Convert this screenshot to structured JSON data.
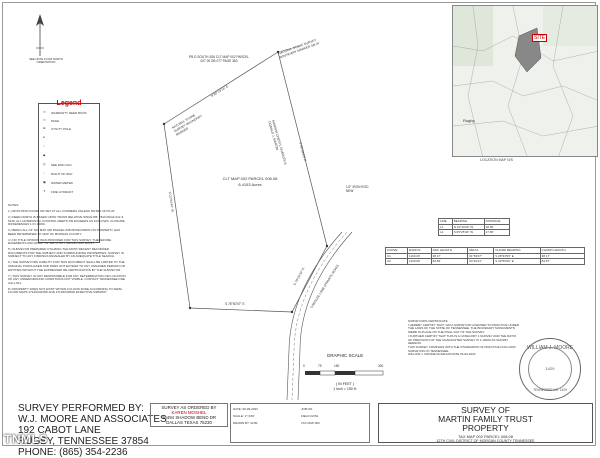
{
  "sheet": {
    "parcel_label": "CLT MAP 002 PARCEL 008.08",
    "parcel_area": "6.4153 Acres",
    "road_label": "CAROLEE LANE (PRIVATE ROAD)",
    "adjoiner_north": "PB D SOUTH 4S6 CLT MAP 002 PARCEL 007.00 DB 077 PAGE 383",
    "adjoiner_east": "MARSHA CHERYL CHARLES & DONALD J. MARTIN",
    "pin_top": "NATURAL STONE SURVEY BOUNDARY MARKER 3/8 IN",
    "pin_left": "NATURAL STONE SURVEY BOUNDARY MARKER",
    "pin_right": "1/2\" IRON ROD NEW",
    "bearing_top": "N 80°19'16\" E",
    "bearing_left": "S 01°04'44\" W",
    "bearing_bottom": "S 78°50'07\" E",
    "bearing_right": "S 26°39'23\" E",
    "bearing_diag": "S 79°02'34\" E"
  },
  "compass_note": "SEE NOTE # FOR NORTH ORIENTATION",
  "legend": {
    "title": "Legend",
    "items": [
      "WARRANTY DEED BOOK",
      "PAGE",
      "UTILITY POLE",
      "",
      "",
      "",
      "SEE ROD OLD",
      "RIGHT OF WAY",
      "WATER METER",
      "FIRE HYDRANT"
    ]
  },
  "notes": [
    "NOTES",
    "1.) IRON PINS FOUND OR SET AT ALL CORNERS UNLESS NOTED ON PLAT.",
    "2.) DEED NORTH IS BASED UPON TRANS RELATIVE SINCE DB. 2510 PAGE 012 & 5146. ALL HORIZONTAL CONTROL MEETS OR EXCEEDS AS FOLLOWS: CLOSURE DIFFERENCES 1 IN 10000.",
    "3.) BEING ALL OF TAX MAP 002 PARCEL 008.08 RECORDS ON PROPERTY HAS BEEN DETERMINED BY MAP OF MORGAN COUNTY.",
    "4.) NO TITLE OPINION WAS PROVIDED FOR THIS SURVEY; THEREFORE EASEMENTS AND RIGHT OF WAYS NOT SHOWN MAY EXIST.",
    "5.) SURVEYOR PREPARED UTILIZING THE MOST RECENT RECORDED DOCUMENTS FOR THE SUBJECT AND SURROUNDING PROPERTIES. SURVEY IS SUBJECT TO ANY FINDINGS REVEALED BY AN ADEQUATE TITLE SEARCH.",
    "6.) THE SURVEYORS LIABILITY FOR THIS DOCUMENT SHALL BE LIMITED TO THE ORIGINAL PURCHASER AND DOES NOT EXTEND TO ANY UNNAMED PERSON OR ENTITIES WITHOUT THE EXPRESSED RE-CERTIFICATION BY THE SURVEYOR.",
    "7.) THIS SURVEY IS NOT RESPONSIBLE FOR ANY DETERMINATION OR LOCATION OF ANY UNDERGROUND CONDITIONS NOT VISIBLE. CONTACT TENNESSEE ONE CALL 811.",
    "8.) PROPERTY DOES NOT EXIST WITHIN A FLOOD ZONE ACCORDING TO FEMA FLOOD MAPS 47129C0225D AND 47129C0250D EFFECTIVE 9/28/2007."
  ],
  "location_map": {
    "site_label": "SITE",
    "caption": "LOCATION MAP N/S",
    "town": "Rugby"
  },
  "line_table": {
    "rows": [
      [
        "LINE",
        "BEARING",
        "DISTANCE"
      ],
      [
        "L1",
        "N 24°34'26\" W",
        "28.00'"
      ],
      [
        "L2",
        "S 65°25'34\" W",
        "17.65'"
      ]
    ]
  },
  "curve_table": {
    "rows": [
      [
        "CURVE",
        "RADIUS",
        "ARC LENGTH",
        "DELTA",
        "CHORD BEARING",
        "CHORD LENGTH"
      ],
      [
        "C1",
        "1160.00'",
        "38.17'",
        "01°53'07\"",
        "S 28°33'53\" E",
        "38.17'"
      ],
      [
        "C2",
        "1160.00'",
        "84.59'",
        "04°10'41\"",
        "S 32°55'00\" E",
        "84.57'"
      ]
    ]
  },
  "certification": [
    "SURVEYOR'S CERTIFICATE",
    "I HEREBY CERTIFY THAT I AM A SURVEYOR LICENSED TO PRACTICE UNDER THE LAWS OF THE STATE OF TENNESSEE. THE BOUNDARY MONUMENTS WERE IN PLACE ON THE FINAL DAY OF THE SURVEY.",
    "I FURTHER CERTIFY THAT THIS IS A CATEGORY 1 SURVEY AND THE RATIO OF PRECISION OF THE UNADJUSTED SURVEY IS 1:10000 AS SHOWN HEREON.",
    "THIS SURVEY COMPLIES WITH THE STANDARDS OF PRACTICE FOR LAND SURVEYING IN TENNESSEE.",
    "WILLIAM J. MOORE  RLS#1429        DATE 06-09-2023"
  ],
  "seal": {
    "top": "WILLIAM J. MOORE",
    "middle": "1429",
    "bottom": "TENNESSEE  NO. 1429"
  },
  "graphic_scale": {
    "title": "GRAPHIC SCALE",
    "ticks": [
      "0",
      "75",
      "150",
      "300"
    ],
    "subtitle": "( IN FEET )",
    "ratio": "1 inch = 150 ft."
  },
  "performer": {
    "line1": "SURVEY PERFORMED BY:",
    "line2": "W.J. MOORE AND ASSOCIATES",
    "line3": "192 CABOT LANE",
    "line4": "RUGBY, TENNESSEE 37854",
    "line5": "PHONE: (865) 354-2236"
  },
  "ordered": {
    "line1": "SURVEY AS ORDERED BY",
    "line2": "KAREN MOSHEL",
    "line3": "16494 SHADOW BEND DR",
    "line4": "DALLAS TEXAS 75230"
  },
  "info": {
    "date": "DATE: 06-09-2023",
    "scale": "SCALE: 1\"=150'",
    "drawn": "DRAWN BY: WJM",
    "job": "JOB NO.",
    "field": "FIELD DATE",
    "map": "TAX MAP 002"
  },
  "title_block": {
    "line1": "SURVEY OF",
    "line2": "MARTIN FAMILY TRUST",
    "line3": "PROPERTY",
    "line4": "TAX MAP 002 PARCEL 008.08",
    "line5": "12TH CIVIL DISTRICT OF MORGAN COUNTY TENNESSEE"
  },
  "watermark": "TNMLS"
}
